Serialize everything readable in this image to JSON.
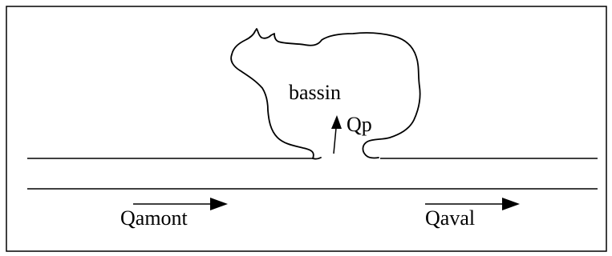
{
  "diagram": {
    "labels": {
      "basin": "bassin",
      "pump_flow": "Qp",
      "upstream_flow": "Qamont",
      "downstream_flow": "Qaval"
    },
    "colors": {
      "background": "#ffffff",
      "stroke": "#000000"
    }
  }
}
